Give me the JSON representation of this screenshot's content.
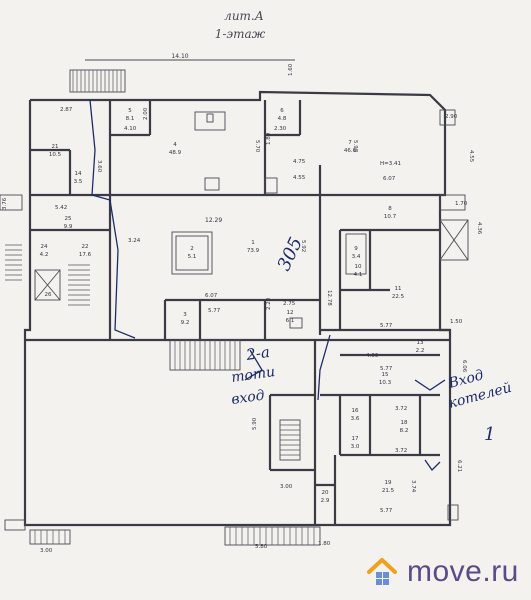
{
  "title": {
    "line1": "лит.А",
    "line2": "1-этаж"
  },
  "dimensions": {
    "top_width": "14.10",
    "d_290": "2.90",
    "d_287": "2.87",
    "d_360": "3.60",
    "d_410": "4.10",
    "d_200": "2.00",
    "d_230": "2.30",
    "d_598": "5.98",
    "d_570": "5.70",
    "d_189": "1.89",
    "d_475": "4.75",
    "d_455": "4.55",
    "d_607a": "6.07",
    "d_455b": "4.55",
    "d_170": "1.70",
    "d_1229": "12.29",
    "d_324": "3.24",
    "d_592": "5.92",
    "d_1278": "12.78",
    "d_542": "5.42",
    "d_607b": "6.07",
    "d_577a": "5.77",
    "d_275": "2.75",
    "d_220": "2.20",
    "d_577b": "5.77",
    "d_406": "4.06",
    "d_577c": "5.77",
    "d_150": "1.50",
    "d_606": "6.06",
    "d_590": "5.90",
    "d_300": "3.00",
    "d_580": "5.80",
    "d_180": "1.80",
    "d_374": "3.74",
    "d_372a": "3.72",
    "d_372b": "3.72",
    "d_577d": "5.77",
    "d_300b": "3.00",
    "d_621": "6.21",
    "d_436": "4.36",
    "d_376": "3.76",
    "d_160": "1.60",
    "d_341": "H=3.41"
  },
  "rooms": [
    {
      "num": "5",
      "area": "8.1"
    },
    {
      "num": "4",
      "area": "48.9"
    },
    {
      "num": "6",
      "area": "4.8"
    },
    {
      "num": "7",
      "area": "46.6"
    },
    {
      "num": "8",
      "area": "10.7"
    },
    {
      "num": "21",
      "area": "10.5"
    },
    {
      "num": "14",
      "area": "3.5"
    },
    {
      "num": "25",
      "area": "9.9"
    },
    {
      "num": "24",
      "area": "4.2"
    },
    {
      "num": "22",
      "area": "17.6"
    },
    {
      "num": "26",
      "area": ""
    },
    {
      "num": "1",
      "area": "73.9"
    },
    {
      "num": "2",
      "area": "5.1"
    },
    {
      "num": "9",
      "area": "3.4"
    },
    {
      "num": "10",
      "area": "4.1"
    },
    {
      "num": "11",
      "area": "22.5"
    },
    {
      "num": "3",
      "area": "9.2"
    },
    {
      "num": "12",
      "area": "6.1"
    },
    {
      "num": "13",
      "area": "2.2"
    },
    {
      "num": "15",
      "area": "10.3"
    },
    {
      "num": "16",
      "area": "3.6"
    },
    {
      "num": "17",
      "area": "3.0"
    },
    {
      "num": "18",
      "area": "8.2"
    },
    {
      "num": "19",
      "area": "21.5"
    },
    {
      "num": "20",
      "area": "2.9"
    }
  ],
  "handwriting": {
    "area_total": "305",
    "entrance_left": {
      "line1": "2-а",
      "line2": "тоти",
      "line3": "вход"
    },
    "entrance_right": {
      "line1": "Вход",
      "line2": "котелей",
      "line3": "1"
    }
  },
  "watermark": {
    "text": "move.ru"
  },
  "colors": {
    "ink": "#3b3b44",
    "pen": "#1d2b6a",
    "paper": "#f3f2ef",
    "brand_house": "#f0a020",
    "brand_text": "#5b4a8a"
  }
}
